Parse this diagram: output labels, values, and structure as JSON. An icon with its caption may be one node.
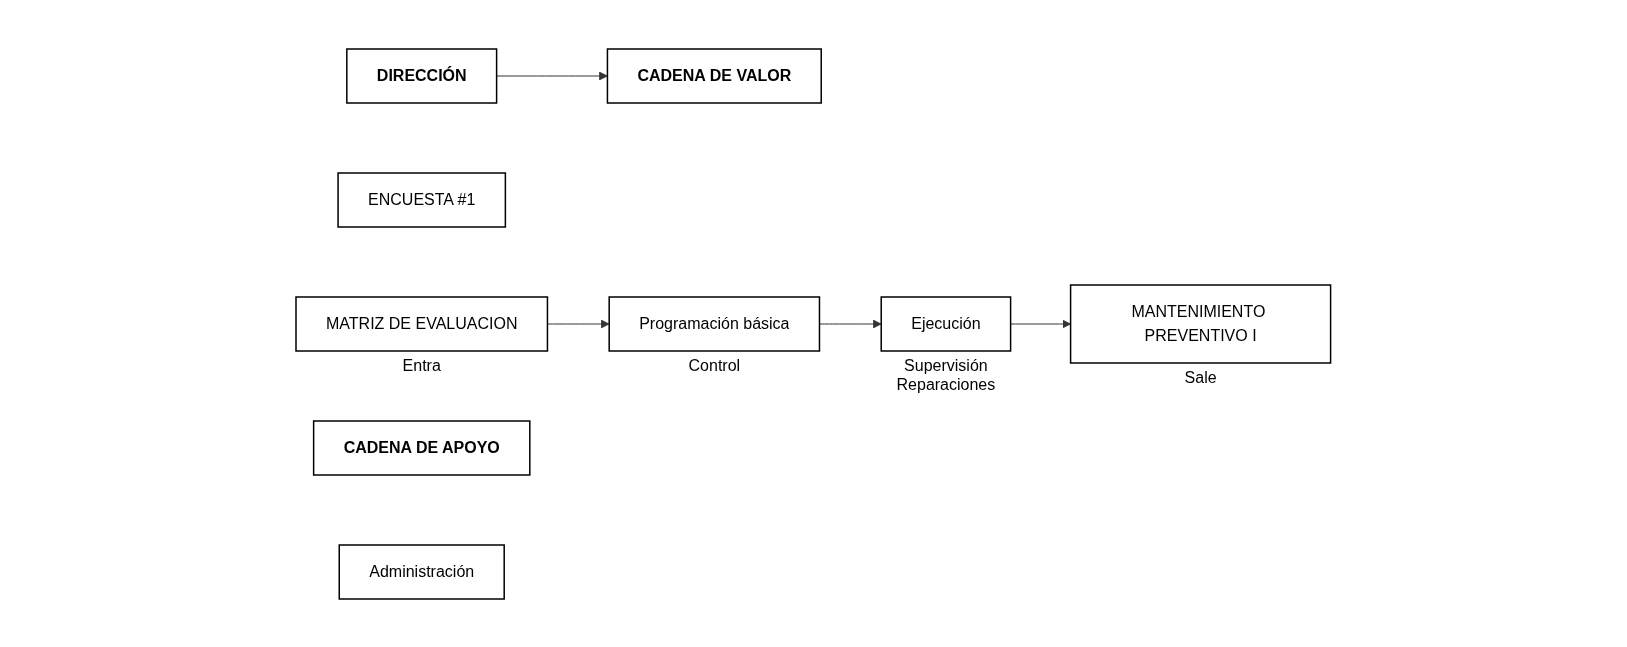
{
  "diagram": {
    "nodes": [
      {
        "text": [
          "DIRECCIÓN"
        ]
      },
      {
        "text": [
          "CADENA DE VALOR"
        ]
      },
      {
        "text": [
          "ENCUESTA #1"
        ]
      },
      {
        "text": [
          "MATRIZ DE EVALUACION"
        ],
        "beside": [
          "Entra"
        ]
      },
      {
        "text": [
          "Programación básica"
        ],
        "beside": [
          "Control"
        ]
      },
      {
        "text": [
          "Ejecución"
        ],
        "beside": [
          "Supervisión",
          "Reparaciones"
        ]
      },
      {
        "text": [
          "MANTENIMIENTO PREVENTIVO I"
        ],
        "beside": [
          "Sale"
        ]
      },
      {
        "text": [
          "CADENA DE APOYO"
        ]
      },
      {
        "text": [
          "Administración"
        ]
      }
    ],
    "edges": [
      {
        "from": 0,
        "to": 1,
        "arrow": "to"
      },
      {
        "from": 3,
        "to": 4,
        "arrow": "to"
      },
      {
        "from": 4,
        "to": 5,
        "arrow": "to"
      },
      {
        "from": 5,
        "to": 6,
        "arrow": "to"
      }
    ]
  }
}
